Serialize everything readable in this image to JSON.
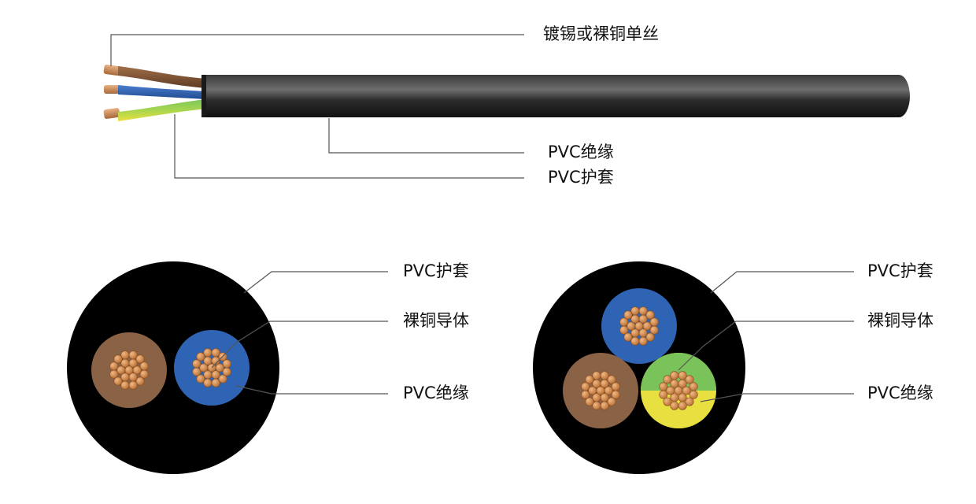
{
  "cable_side_view": {
    "labels": {
      "conductor_strands": "镀锡或裸铜单丝",
      "insulation": "PVC绝缘",
      "sheath": "PVC护套"
    },
    "core_colors": [
      "#7a4a2a",
      "#2f5fae",
      "#7ac25a",
      "#e8e040"
    ],
    "copper_color": "#c8834a"
  },
  "cross_section_2core": {
    "labels": {
      "sheath": "PVC护套",
      "conductor": "裸铜导体",
      "insulation": "PVC绝缘"
    },
    "cores": [
      {
        "insulation_color": "#8a6246"
      },
      {
        "insulation_color": "#2f64b4"
      }
    ]
  },
  "cross_section_3core": {
    "labels": {
      "sheath": "PVC护套",
      "conductor": "裸铜导体",
      "insulation": "PVC绝缘"
    },
    "cores": [
      {
        "insulation_color": "#2f64b4"
      },
      {
        "insulation_color": "#8a6246"
      },
      {
        "insulation_color": "yellow-green"
      }
    ]
  },
  "colors": {
    "jacket": "#000000",
    "copper": "#c8834a",
    "leader_line": "#555555"
  }
}
